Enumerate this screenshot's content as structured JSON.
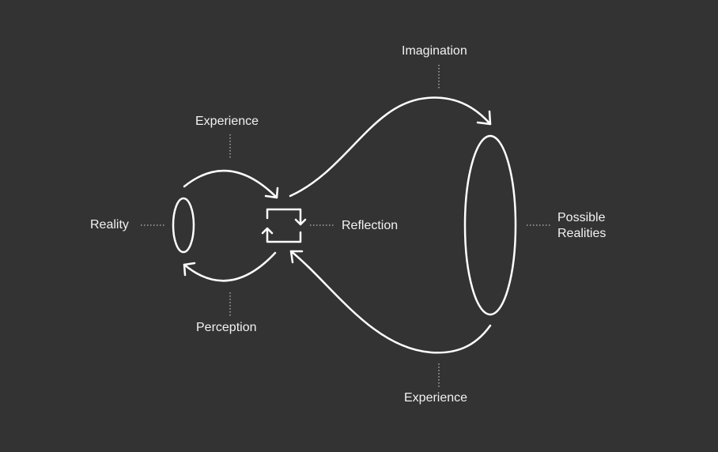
{
  "labels": {
    "imagination": "Imagination",
    "experience_top": "Experience",
    "reality": "Reality",
    "reflection": "Reflection",
    "possible_line1": "Possible",
    "possible_line2": "Realities",
    "perception": "Perception",
    "experience_bottom": "Experience"
  },
  "colors": {
    "background": "#333333",
    "stroke": "#ffffff",
    "dotted": "#bbbbbb"
  }
}
